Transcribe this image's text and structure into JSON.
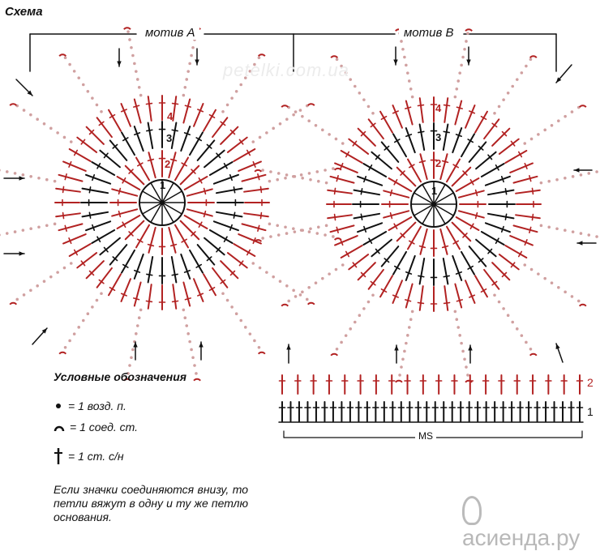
{
  "scheme_title": "Схема",
  "motif_a_label": "мотив A",
  "motif_b_label": "мотив B",
  "round_numbers": [
    "1",
    "2",
    "3",
    "4"
  ],
  "watermark_top": "petelki.com.ua",
  "watermark_bottom": "асиенда.ру",
  "legend": {
    "title": "Условные обозначения",
    "items": [
      {
        "symbol": "dot",
        "text": "= 1 возд. п."
      },
      {
        "symbol": "arc",
        "text": "= 1 соед. ст."
      },
      {
        "symbol": "dagger",
        "text": "= 1 ст. с/н"
      }
    ]
  },
  "note": "Если значки соединяются внизу, то петли вяжут в одну и ту же петлю основания.",
  "strip": {
    "row_labels": [
      "1",
      "2"
    ],
    "ms_label": "MS"
  },
  "colors": {
    "red": "#b22222",
    "black": "#111111",
    "dots": "#d0a0a0"
  }
}
